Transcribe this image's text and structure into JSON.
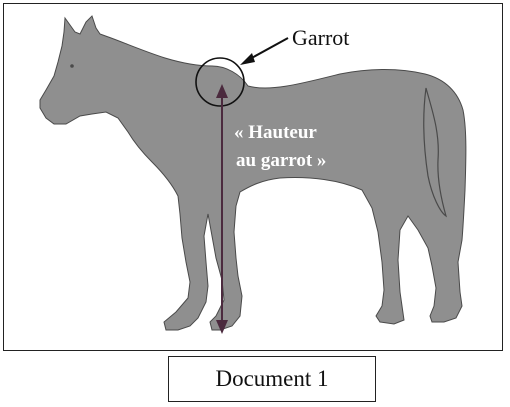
{
  "figure": {
    "annotation_garrot": "Garrot",
    "label_line1": "« Hauteur",
    "label_line2": "au garrot »",
    "colors": {
      "horse_fill": "#8f8f8f",
      "horse_outline": "#4a4a4a",
      "arrow": "#4b2a3e",
      "text_dark": "#111111",
      "text_light": "#ffffff"
    }
  },
  "caption": {
    "text": "Document 1"
  }
}
